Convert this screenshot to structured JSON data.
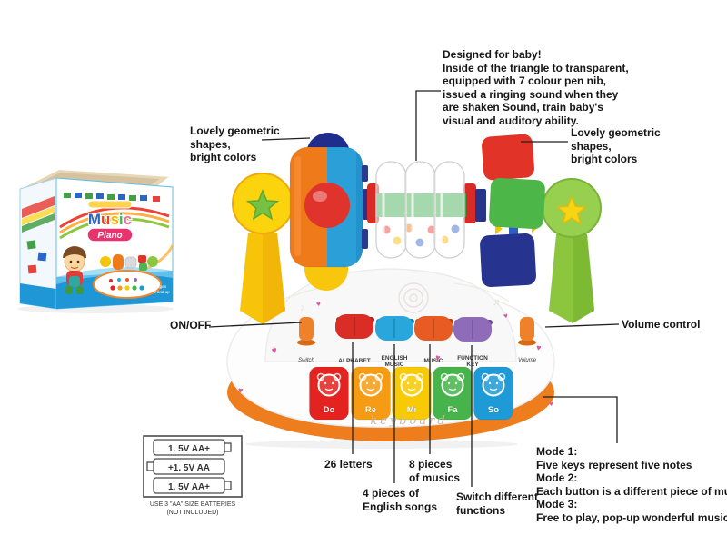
{
  "annotations": {
    "designed": [
      "Designed for baby!",
      "Inside of the triangle to transparent,",
      "equipped with 7 colour pen nib,",
      "issued a ringing sound when they",
      "are shaken Sound, train baby's",
      "visual and auditory ability."
    ],
    "left_shapes": [
      "Lovely geometric",
      "shapes,",
      "bright colors"
    ],
    "right_shapes": [
      "Lovely geometric",
      "shapes,",
      "bright colors"
    ],
    "on_off": "ON/OFF",
    "volume_control": "Volume control",
    "letters": "26 letters",
    "pieces_music": [
      "8 pieces",
      "of musics"
    ],
    "english_songs": [
      "4 pieces of",
      "English songs"
    ],
    "switch_functions": [
      "Switch different",
      "functions"
    ],
    "modes": [
      "Mode 1:",
      "Five keys represent five notes",
      "Mode 2:",
      "Each button is a different piece of music",
      "Mode 3:",
      "Free to play, pop-up wonderful music"
    ]
  },
  "panel": {
    "switch": "Switch",
    "alphabet": "ALPHABET",
    "english1": "ENGLISH",
    "english2": "MUSIC",
    "music": "MUSIC",
    "function1": "FUNCTION",
    "function2": "KEY",
    "volume": "Volume",
    "script": "keyboard"
  },
  "keys": {
    "do": "Do",
    "re": "Re",
    "mi": "Mi",
    "fa": "Fa",
    "so": "So"
  },
  "box": {
    "title": "Music",
    "subtitle": "Piano",
    "age1": "Ages",
    "age2": "3 and up"
  },
  "battery": {
    "cells": [
      "1. 5V AA+",
      "+1. 5V AA",
      "1. 5V AA+"
    ],
    "note1": "USE 3 \"AA\" SIZE BATTERIES",
    "note2": "(NOT INCLUDED)"
  },
  "colors": {
    "accent_orange": "#ee7d1e",
    "key_red": "#e42320",
    "key_orange": "#f59c14",
    "key_yellow": "#f8ca02",
    "key_green": "#46b44a",
    "key_blue": "#1e9ad7",
    "button_red": "#da2d25",
    "button_blue": "#29a7dc",
    "button_orange": "#e85b22",
    "button_purple": "#8e6cba",
    "heart_pink": "#e055a5"
  }
}
